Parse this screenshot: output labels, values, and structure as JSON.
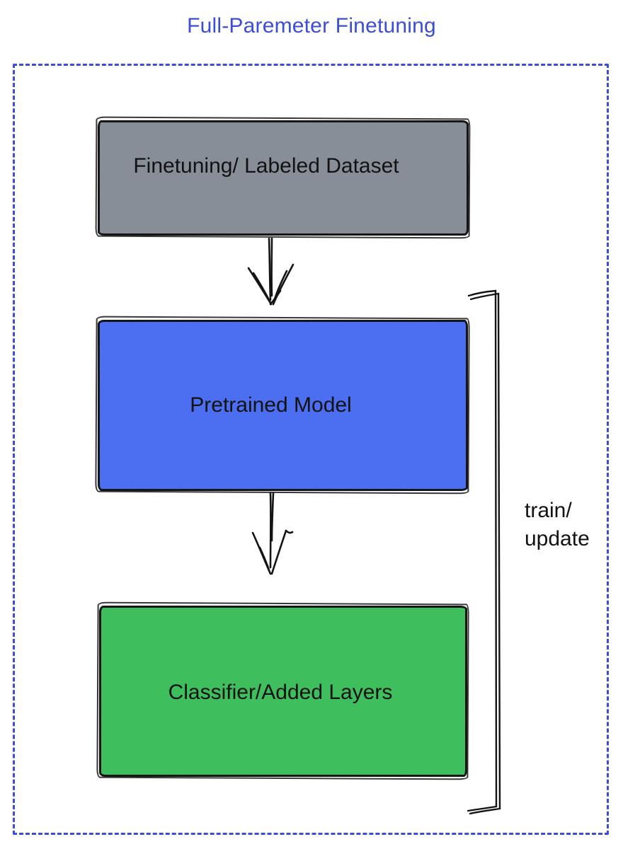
{
  "title": {
    "text": "Full-Paremeter Finetuning"
  },
  "colors": {
    "accent": "#3c4dd6",
    "ink": "#151515",
    "node_gray": "#878e97",
    "node_blue": "#4b6ff0",
    "node_green": "#3fbe5d"
  },
  "diagram": {
    "nodes": [
      {
        "id": "finetuning-dataset",
        "label": "Finetuning/ Labeled Dataset",
        "fill": "#878e97"
      },
      {
        "id": "pretrained-model",
        "label": "Pretrained Model",
        "fill": "#4b6ff0"
      },
      {
        "id": "classifier-added-layers",
        "label": "Classifier/Added Layers",
        "fill": "#3fbe5d"
      }
    ],
    "connections": [
      {
        "from": "finetuning-dataset",
        "to": "pretrained-model",
        "type": "arrow-down"
      },
      {
        "from": "pretrained-model",
        "to": "classifier-added-layers",
        "type": "arrow-down"
      }
    ],
    "bracket": {
      "label": "train/\nupdate",
      "spans": [
        "pretrained-model",
        "classifier-added-layers"
      ]
    }
  }
}
